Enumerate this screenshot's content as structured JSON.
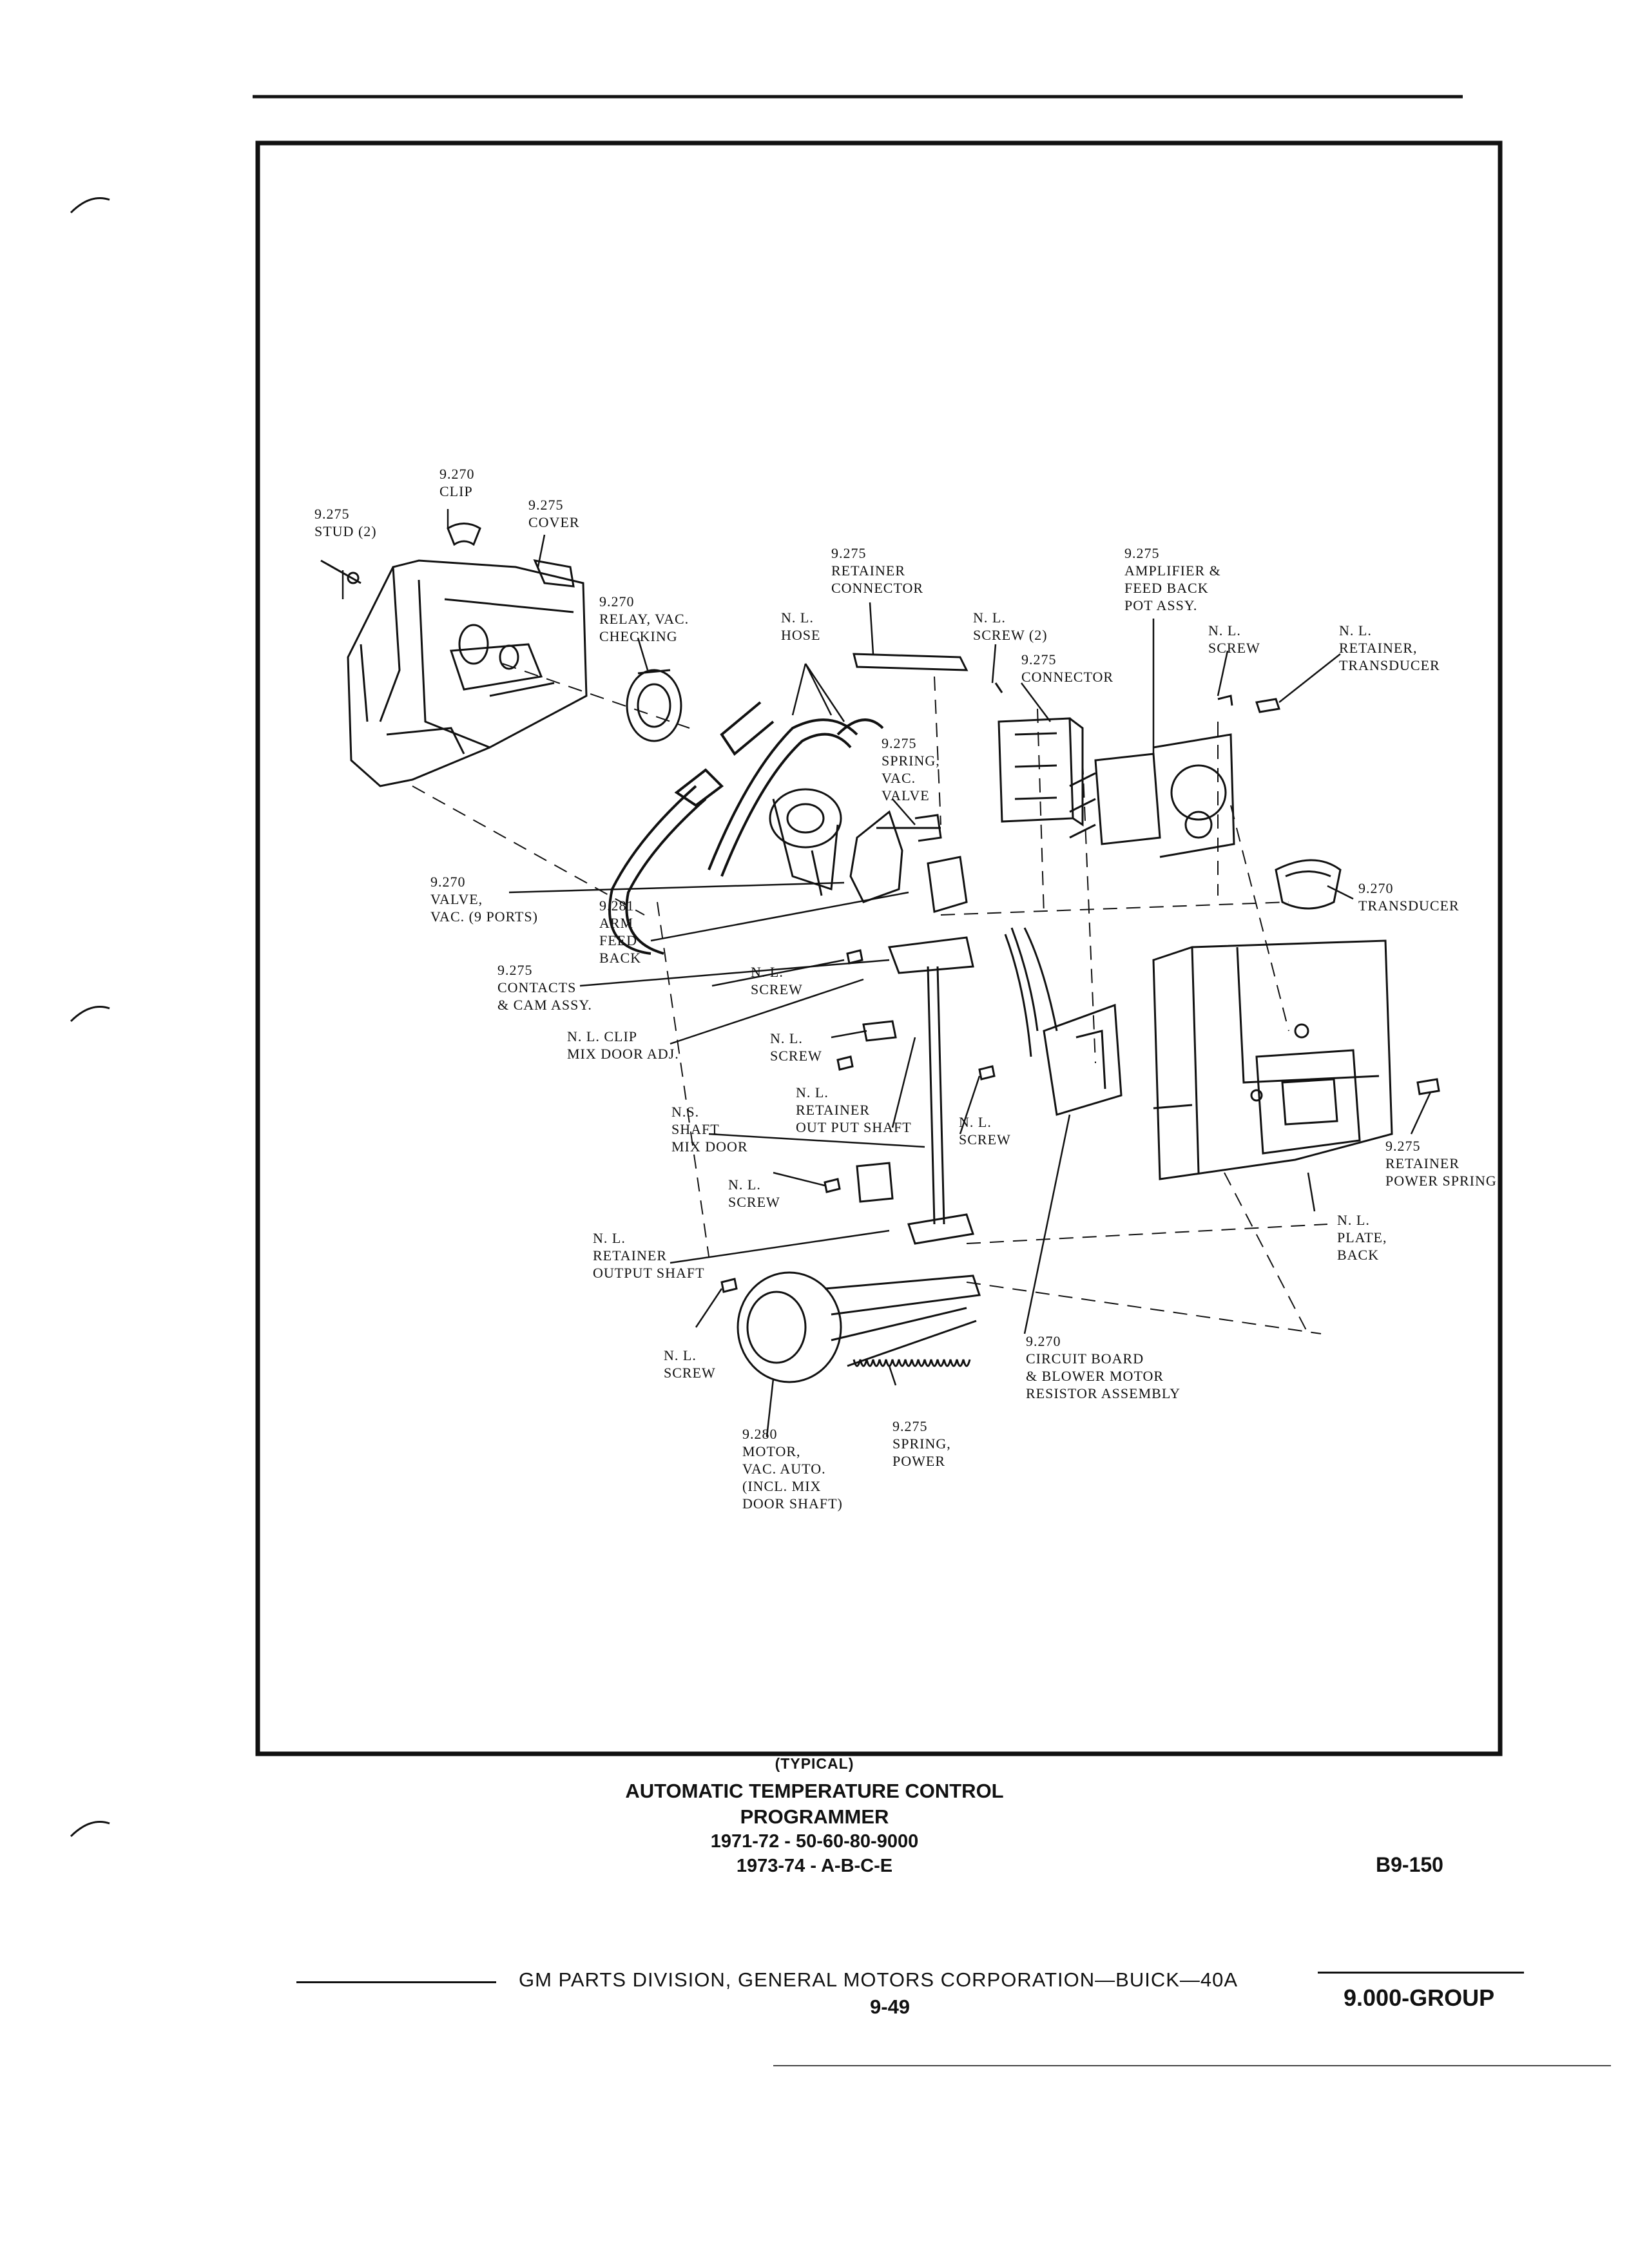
{
  "caption": {
    "typical": "(TYPICAL)",
    "title_line1": "AUTOMATIC TEMPERATURE CONTROL",
    "title_line2": "PROGRAMMER",
    "years_line1": "1971-72 - 50-60-80-9000",
    "years_line2": "1973-74 - A-B-C-E"
  },
  "figure_code": "B9-150",
  "footer": {
    "publisher": "GM PARTS DIVISION, GENERAL MOTORS CORPORATION—BUICK—40A",
    "page_number": "9-49",
    "group": "9.000-GROUP"
  },
  "labels": {
    "clip": [
      "9.270",
      "CLIP"
    ],
    "stud": [
      "9.275",
      "STUD (2)"
    ],
    "cover": [
      "9.275",
      "COVER"
    ],
    "relay": [
      "9.270",
      "RELAY, VAC.",
      "CHECKING"
    ],
    "retainer_connector": [
      "9.275",
      "RETAINER",
      "CONNECTOR"
    ],
    "hose": [
      "N. L.",
      "HOSE"
    ],
    "screw_2": [
      "N. L.",
      "SCREW (2)"
    ],
    "connector": [
      "9.275",
      "CONNECTOR"
    ],
    "amplifier": [
      "9.275",
      "AMPLIFIER &",
      "FEED BACK",
      "POT ASSY."
    ],
    "screw_top": [
      "N. L.",
      "SCREW"
    ],
    "retainer_transducer": [
      "N. L.",
      "RETAINER,",
      "TRANSDUCER"
    ],
    "spring_valve": [
      "9.275",
      "SPRING,",
      "VAC.",
      "VALVE"
    ],
    "transducer": [
      "9.270",
      "TRANSDUCER"
    ],
    "valve": [
      "9.270",
      "VALVE,",
      "VAC. (9 PORTS)"
    ],
    "arm": [
      "9.281",
      "ARM",
      "FEED",
      "BACK"
    ],
    "contacts": [
      "9.275",
      "CONTACTS",
      "& CAM ASSY."
    ],
    "screw_mid": [
      "N. L.",
      "SCREW"
    ],
    "clip_mix": [
      "N. L. CLIP",
      "MIX DOOR ADJ."
    ],
    "screw_mid2": [
      "N. L.",
      "SCREW"
    ],
    "retainer_out": [
      "N. L.",
      "RETAINER",
      "OUT PUT SHAFT"
    ],
    "shaft": [
      "N.S.",
      "SHAFT",
      "MIX DOOR"
    ],
    "screw_right": [
      "N. L.",
      "SCREW"
    ],
    "retainer_power": [
      "9.275",
      "RETAINER",
      "POWER SPRING"
    ],
    "screw_low": [
      "N. L.",
      "SCREW"
    ],
    "retainer_output": [
      "N. L.",
      "RETAINER",
      "OUTPUT SHAFT"
    ],
    "plate_back": [
      "N. L.",
      "PLATE,",
      "BACK"
    ],
    "circuit_board": [
      "9.270",
      "CIRCUIT BOARD",
      "& BLOWER MOTOR",
      "RESISTOR ASSEMBLY"
    ],
    "screw_bottom": [
      "N. L.",
      "SCREW"
    ],
    "spring_power": [
      "9.275",
      "SPRING,",
      "POWER"
    ],
    "motor": [
      "9.280",
      "MOTOR,",
      "VAC. AUTO.",
      "(INCL. MIX",
      "DOOR SHAFT)"
    ]
  }
}
